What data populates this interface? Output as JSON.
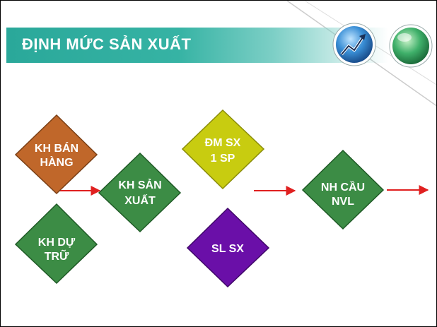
{
  "title": "ĐỊNH MỨC SẢN XUẤT",
  "nodes": [
    {
      "id": "kh-ban-hang",
      "lines": [
        "KH BÁN",
        "HÀNG"
      ],
      "color": "#c0672a"
    },
    {
      "id": "kh-du-tru",
      "lines": [
        "KH DỰ",
        "TRỮ"
      ],
      "color": "#3c8c45"
    },
    {
      "id": "kh-san-xuat",
      "lines": [
        "KH SẢN",
        "XUẤT"
      ],
      "color": "#3c8c45"
    },
    {
      "id": "dm-sx-1sp",
      "lines": [
        "ĐM SX",
        "1 SP"
      ],
      "color": "#c8cc10"
    },
    {
      "id": "sl-sx",
      "lines": [
        "SL SX"
      ],
      "color": "#6a0fa8"
    },
    {
      "id": "nh-cau-nvl",
      "lines": [
        "NH CẦU",
        "NVL"
      ],
      "color": "#3c8c45"
    }
  ],
  "arrow_color": "#e02020",
  "deco_colors": {
    "globe": "#2f7fc4",
    "green": "#2fa05a"
  }
}
